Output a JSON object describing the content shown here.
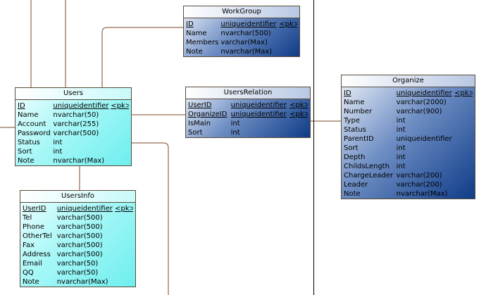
{
  "entities": [
    {
      "key": "workgroup",
      "title": "WorkGroup",
      "style": "blue",
      "rows": [
        [
          "ID",
          "uniqueidentifier",
          "<pk>"
        ],
        [
          "Name",
          "nvarchar(500)",
          ""
        ],
        [
          "Members",
          "varchar(Max)",
          ""
        ],
        [
          "Note",
          "nvarchar(Max)",
          ""
        ]
      ]
    },
    {
      "key": "users",
      "title": "Users",
      "style": "cyan",
      "rows": [
        [
          "ID",
          "uniqueidentifier",
          "<pk>"
        ],
        [
          "Name",
          "nvarchar(50)",
          ""
        ],
        [
          "Account",
          "varchar(255)",
          ""
        ],
        [
          "Password",
          "varchar(500)",
          ""
        ],
        [
          "Status",
          "int",
          ""
        ],
        [
          "Sort",
          "int",
          ""
        ],
        [
          "Note",
          "nvarchar(Max)",
          ""
        ]
      ]
    },
    {
      "key": "usersrelation",
      "title": "UsersRelation",
      "style": "blue",
      "rows": [
        [
          "UserID",
          "uniqueidentifier",
          "<pk>"
        ],
        [
          "OrganizeID",
          "uniqueidentifier",
          "<pk>"
        ],
        [
          "IsMain",
          "int",
          ""
        ],
        [
          "Sort",
          "int",
          ""
        ]
      ]
    },
    {
      "key": "organize",
      "title": "Organize",
      "style": "blue",
      "rows": [
        [
          "ID",
          "uniqueidentifier",
          "<pk>"
        ],
        [
          "Name",
          "varchar(2000)",
          ""
        ],
        [
          "Number",
          "varchar(900)",
          ""
        ],
        [
          "Type",
          "int",
          ""
        ],
        [
          "Status",
          "int",
          ""
        ],
        [
          "ParentID",
          "uniqueidentifier",
          ""
        ],
        [
          "Sort",
          "int",
          ""
        ],
        [
          "Depth",
          "int",
          ""
        ],
        [
          "ChildsLength",
          "int",
          ""
        ],
        [
          "ChargeLeader",
          "varchar(200)",
          ""
        ],
        [
          "Leader",
          "varchar(200)",
          ""
        ],
        [
          "Note",
          "nvarchar(Max)",
          ""
        ]
      ]
    },
    {
      "key": "usersinfo",
      "title": "UsersInfo",
      "style": "cyan",
      "rows": [
        [
          "UserID",
          "uniqueidentifier",
          "<pk>"
        ],
        [
          "Tel",
          "varchar(500)",
          ""
        ],
        [
          "Phone",
          "varchar(500)",
          ""
        ],
        [
          "OtherTel",
          "varchar(500)",
          ""
        ],
        [
          "Fax",
          "varchar(500)",
          ""
        ],
        [
          "Address",
          "varchar(500)",
          ""
        ],
        [
          "Email",
          "varchar(50)",
          ""
        ],
        [
          "QQ",
          "varchar(50)",
          ""
        ],
        [
          "Note",
          "nvarchar(Max)",
          ""
        ]
      ]
    }
  ]
}
